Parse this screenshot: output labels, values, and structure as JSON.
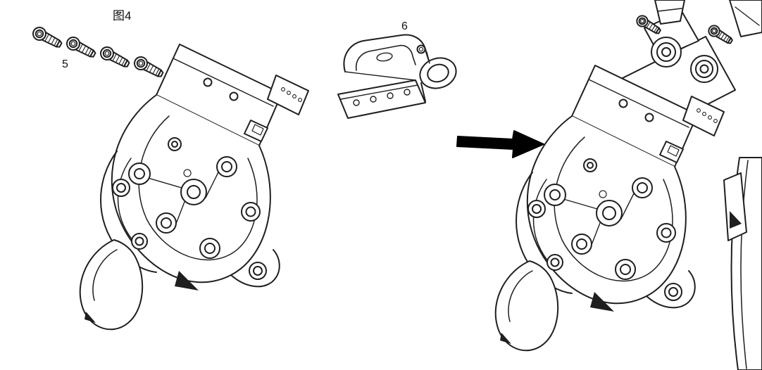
{
  "figure": {
    "title": "图4"
  },
  "callouts": {
    "screws": "5",
    "bracket": "6"
  },
  "colors": {
    "background": "#ffffff",
    "line": "#1f1f1f",
    "dark": "#111111"
  }
}
